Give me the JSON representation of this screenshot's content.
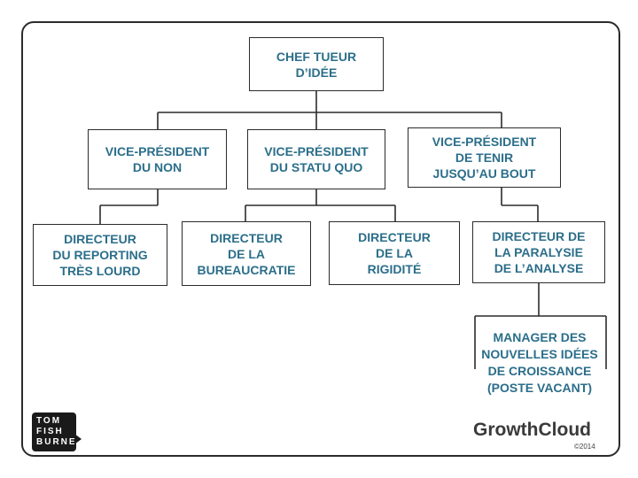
{
  "chart": {
    "root": [
      "CHEF TUEUR",
      "D’IDÉE"
    ],
    "vp_non": [
      "VICE-PRÉSIDENT",
      "DU NON"
    ],
    "vp_statu_quo": [
      "VICE-PRÉSIDENT",
      "DU STATU QUO"
    ],
    "vp_tenir": [
      "VICE-PRÉSIDENT",
      "DE TENIR",
      "JUSQU’AU BOUT"
    ],
    "dir_reporting": [
      "DIRECTEUR",
      "DU REPORTING",
      "TRÈS LOURD"
    ],
    "dir_bureaucratie": [
      "DIRECTEUR",
      "DE LA",
      "BUREAUCRATIE"
    ],
    "dir_rigidite": [
      "DIRECTEUR",
      "DE LA",
      "RIGIDITÉ"
    ],
    "dir_paralysie": [
      "DIRECTEUR DE",
      "LA  PARALYSIE",
      "DE L’ANALYSE"
    ],
    "manager_vacant": [
      "MANAGER DES",
      "NOUVELLES IDÉES",
      "DE CROISSANCE",
      "(POSTE VACANT)"
    ]
  },
  "logo": {
    "line1": "TOM",
    "line2": "FISH",
    "line3": "BURNE"
  },
  "brand": "GrowthCloud",
  "copyright": "©2014",
  "colors": {
    "text": "#2b6e8a",
    "line": "#2b2b2b"
  }
}
